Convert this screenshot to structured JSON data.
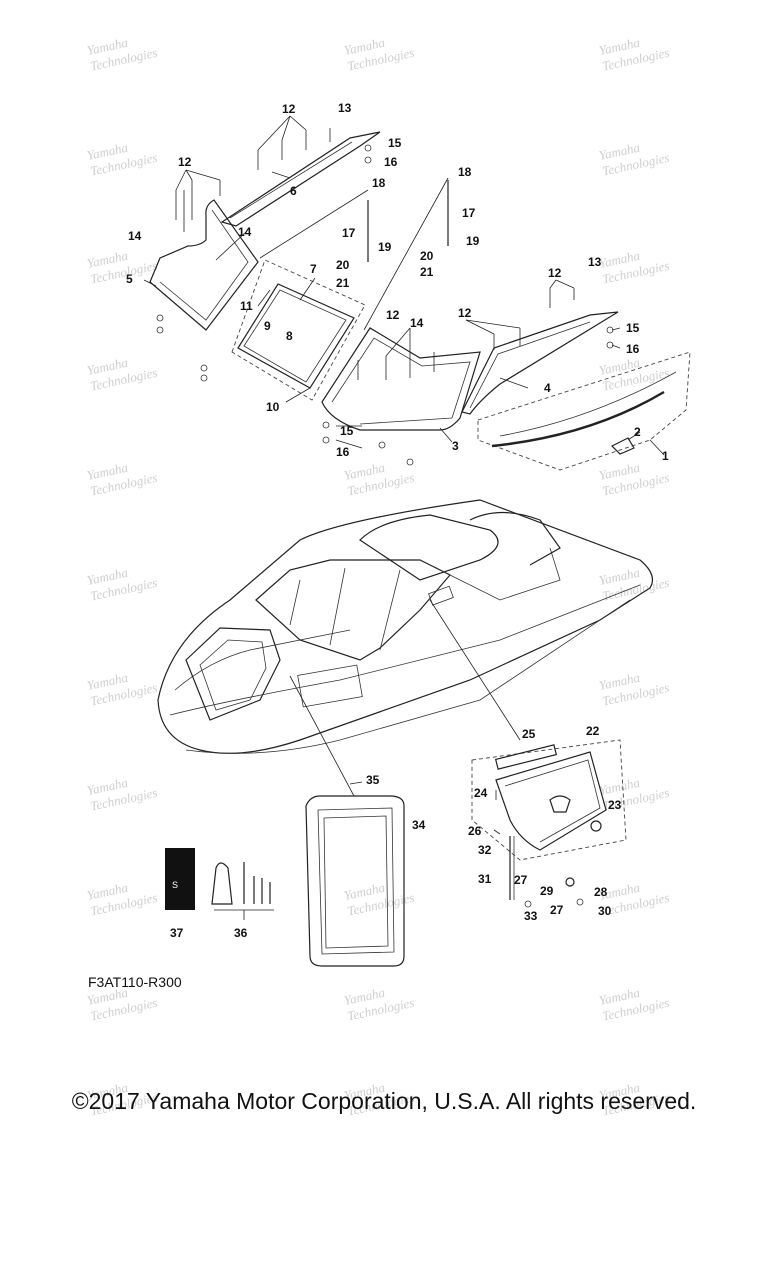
{
  "diagram_code": "F3AT110-R300",
  "copyright": "©2017 Yamaha Motor Corporation, U.S.A. All rights reserved.",
  "watermark_line1": "Yamaha",
  "watermark_line2": "Technologies",
  "callouts": [
    "1",
    "2",
    "3",
    "4",
    "5",
    "6",
    "7",
    "8",
    "9",
    "10",
    "11",
    "12",
    "13",
    "14",
    "15",
    "16",
    "17",
    "18",
    "19",
    "20",
    "21",
    "22",
    "23",
    "24",
    "25",
    "26",
    "27",
    "28",
    "29",
    "30",
    "31",
    "32",
    "33",
    "34",
    "35",
    "36",
    "37"
  ],
  "colors": {
    "line": "#222222",
    "watermark": "#cfcfcf",
    "background": "#ffffff"
  }
}
